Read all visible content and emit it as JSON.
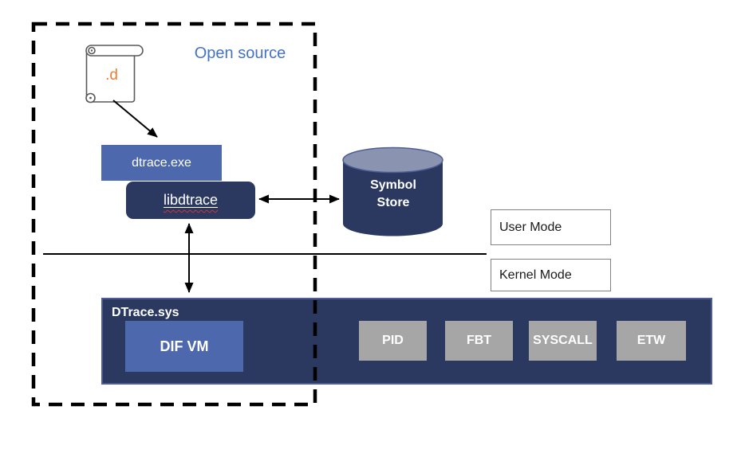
{
  "diagram": {
    "open_source_region": {
      "label": "Open source"
    },
    "script_file": {
      "label": ".d",
      "icon": "scroll-icon"
    },
    "user_mode": {
      "dtrace_exe": {
        "label": "dtrace.exe"
      },
      "libdtrace": {
        "label": "libdtrace"
      },
      "symbol_store": {
        "label": "Symbol Store",
        "icon": "database-cylinder-icon"
      }
    },
    "mode_labels": {
      "user": "User Mode",
      "kernel": "Kernel Mode"
    },
    "kernel": {
      "dtrace_sys": {
        "label": "DTrace.sys"
      },
      "dif_vm": {
        "label": "DIF VM"
      },
      "providers": [
        "PID",
        "FBT",
        "SYSCALL",
        "ETW"
      ]
    },
    "colors": {
      "accent_blue": "#4E68AE",
      "dark_navy": "#2B3960",
      "navy_border": "#4E5E94",
      "cylinder_top": "#8A94B1",
      "provider_gray": "#A6A6A6",
      "script_orange": "#ED7D31",
      "open_source_blue": "#4472C4",
      "squiggle_red": "#D13438",
      "line_black": "#000000"
    }
  }
}
